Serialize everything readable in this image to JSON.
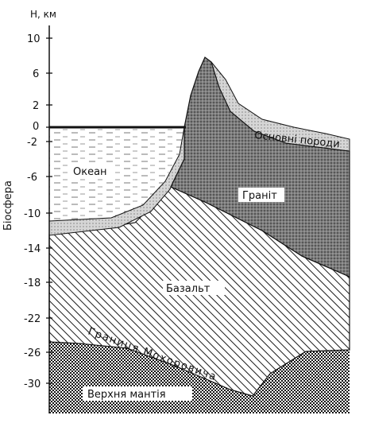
{
  "diagram": {
    "y_axis": {
      "title": "Н, км",
      "ticks": [
        "10",
        "6",
        "2",
        "0",
        "-2",
        "-6",
        "-10",
        "-14",
        "-18",
        "-22",
        "-26",
        "-30"
      ]
    },
    "side_label": "Біосфера",
    "regions": {
      "ocean": "Океан",
      "granite": "Граніт",
      "basalt": "Базальт",
      "sedimentary": "Основні породи",
      "moho_boundary": "Границя Мохоровича",
      "upper_mantle": "Верхня мантія"
    },
    "colors": {
      "ink": "#111111",
      "granite_fill": "#8a8a8a",
      "sediment_fill": "#cfcfcf",
      "mantle_fill": "#4a4a4a",
      "paper": "#ffffff"
    }
  }
}
